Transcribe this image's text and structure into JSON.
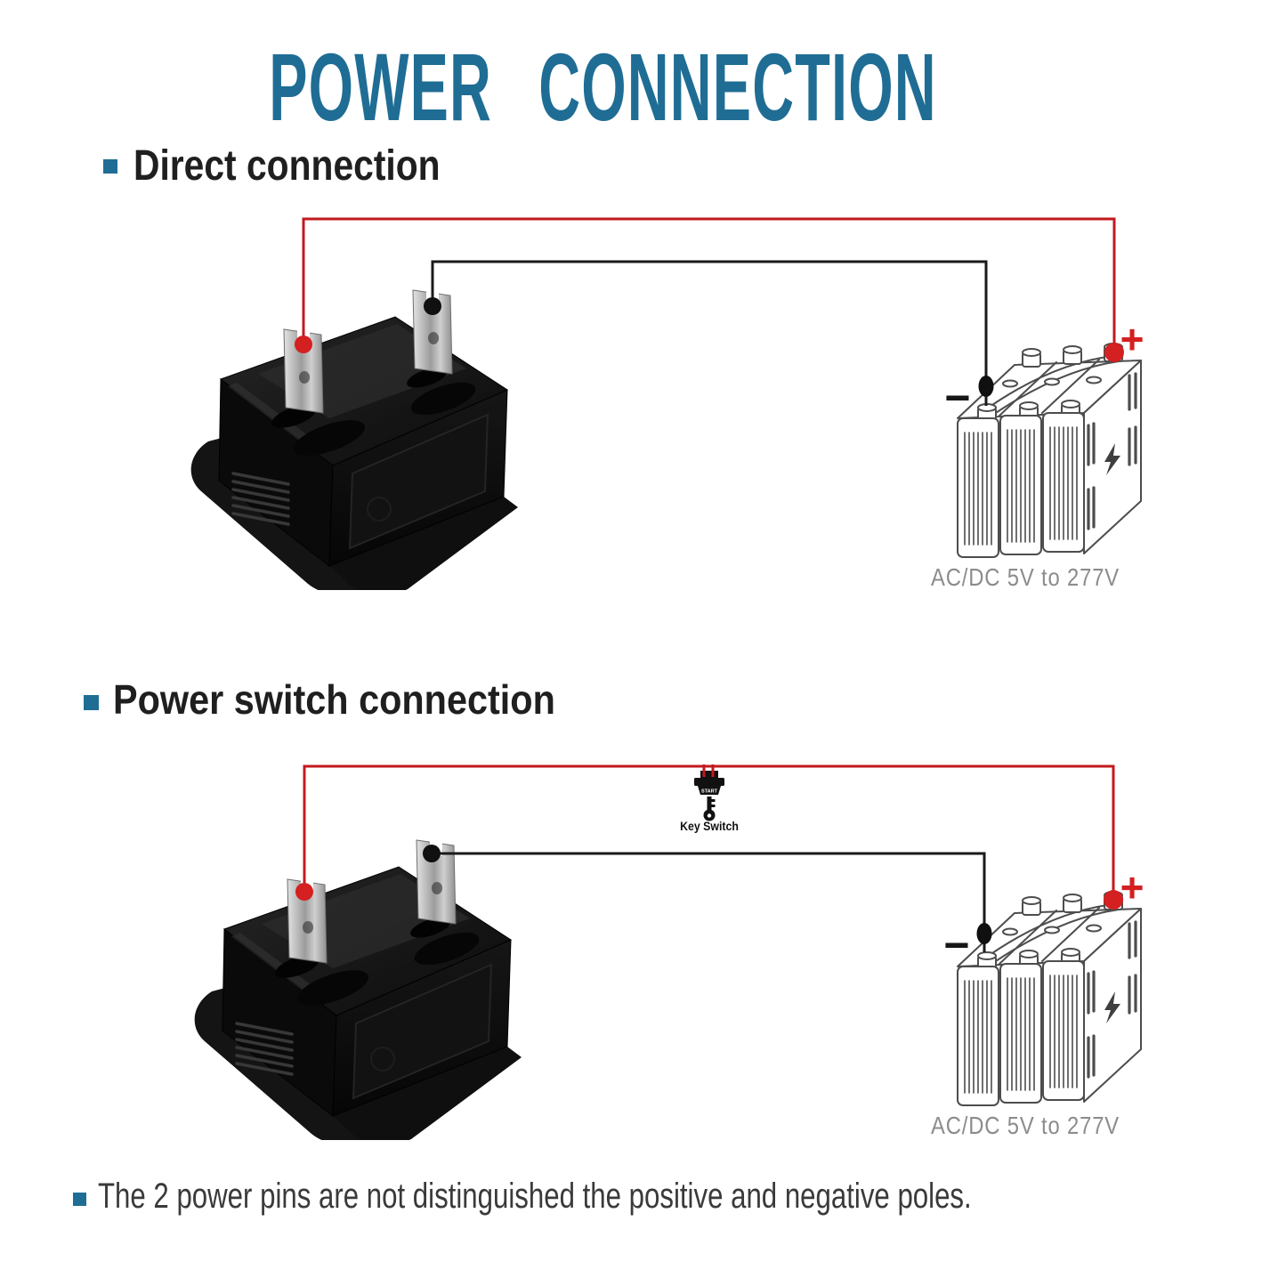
{
  "title": "POWER CONNECTION",
  "sections": {
    "direct": {
      "heading": "Direct connection"
    },
    "switched": {
      "heading": "Power switch connection"
    }
  },
  "battery": {
    "label": "AC/DC 5V to 277V",
    "positive_symbol": "+",
    "negative_symbol": "−"
  },
  "key_switch": {
    "label": "Key Switch",
    "button_text": "START"
  },
  "note": "The 2 power pins are not distinguished the positive and negative poles.",
  "colors": {
    "accent_teal": "#1f6d94",
    "wire_red": "#c21a1e",
    "wire_black": "#1a1a1a",
    "terminal_red_dot": "#d42020",
    "battery_outline": "#4d4d4d",
    "battery_label_gray": "#8c8c8c"
  }
}
